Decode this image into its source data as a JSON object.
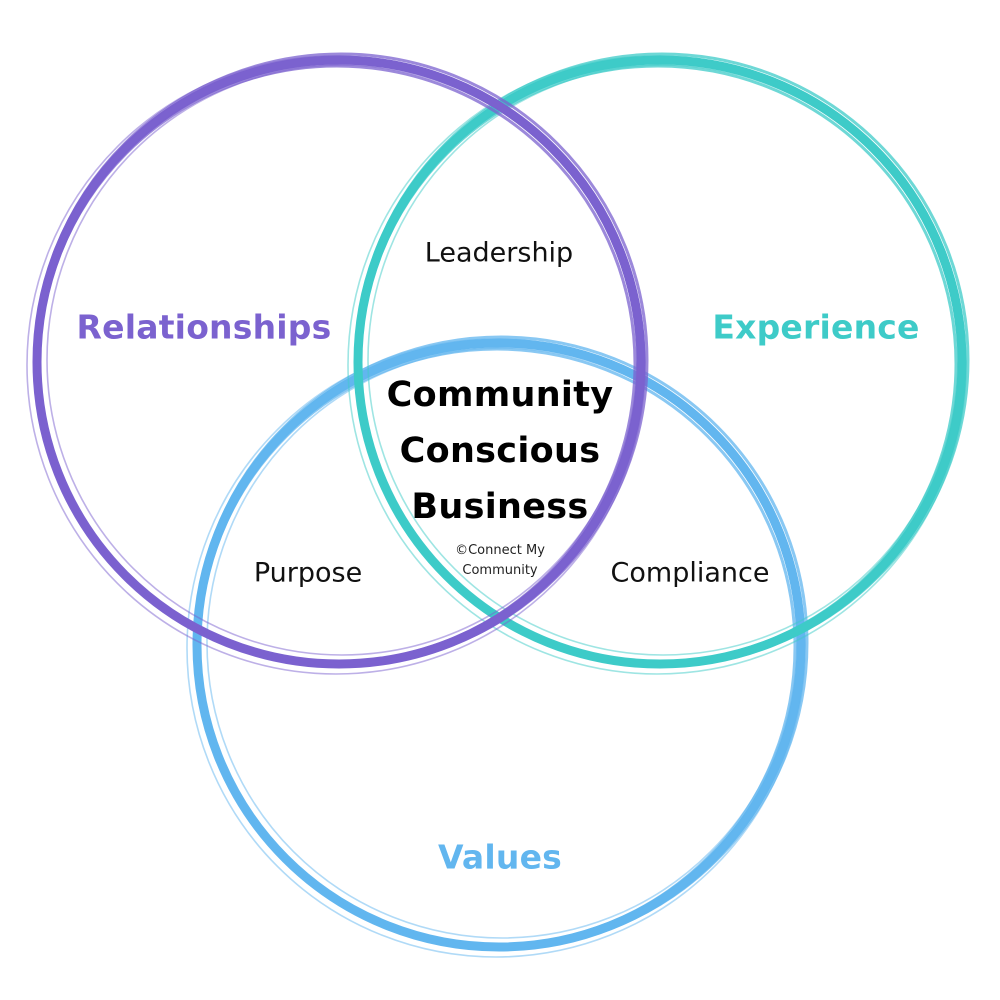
{
  "diagram": {
    "sets": [
      {
        "id": "relationships",
        "label": "Relationships",
        "color": "#7b62cf"
      },
      {
        "id": "experience",
        "label": "Experience",
        "color": "#3ecbc8"
      },
      {
        "id": "values",
        "label": "Values",
        "color": "#62b6ef"
      }
    ],
    "overlaps": {
      "relationships_experience": "Leadership",
      "relationships_values": "Purpose",
      "experience_values": "Compliance"
    },
    "center": {
      "lines": [
        "Community",
        "Conscious",
        "Business"
      ],
      "copyright_lines": [
        "©Connect My",
        "Community"
      ]
    }
  }
}
